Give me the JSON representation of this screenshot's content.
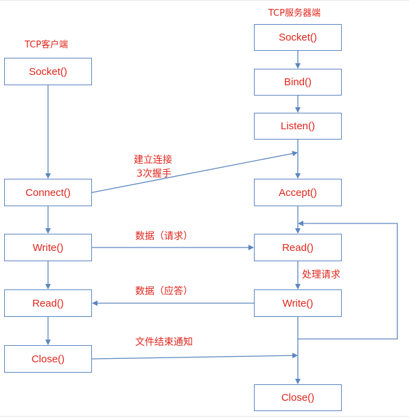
{
  "client": {
    "title": "TCP客户端",
    "steps": [
      "Socket()",
      "Connect()",
      "Write()",
      "Read()",
      "Close()"
    ]
  },
  "server": {
    "title": "TCP服务器端",
    "steps": [
      "Socket()",
      "Bind()",
      "Listen()",
      "Accept()",
      "Read()",
      "Write()",
      "Close()"
    ]
  },
  "labels": {
    "handshake_line1": "建立连接",
    "handshake_line2": "3次握手",
    "request": "数据（请求）",
    "handle": "处理请求",
    "response": "数据（应答）",
    "eof": "文件结束通知"
  },
  "colors": {
    "text": "#e0251b",
    "border": "#5b86bf",
    "arrow": "#5b86bf"
  }
}
